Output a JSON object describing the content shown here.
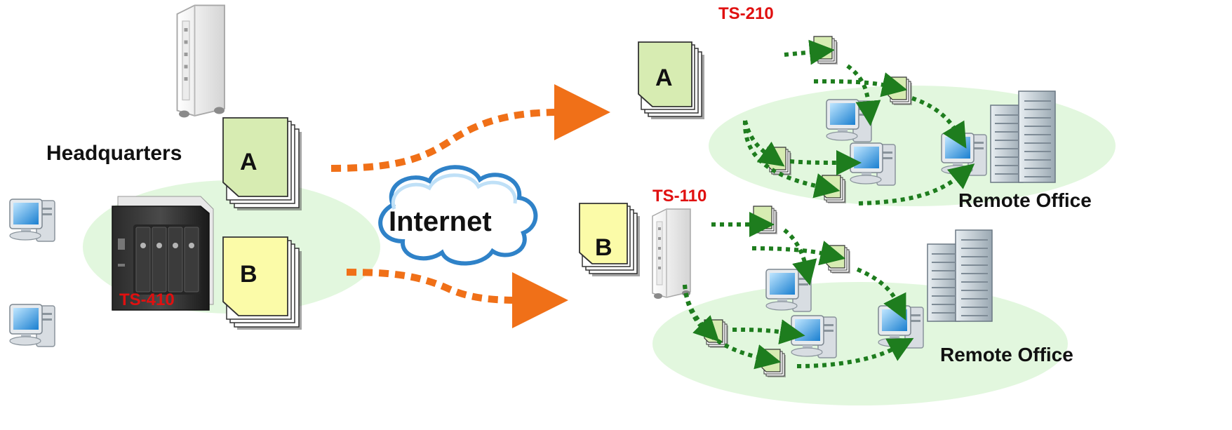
{
  "headquarters": {
    "title": "Headquarters",
    "nas_model": "TS-410",
    "doc_a": "A",
    "doc_b": "B"
  },
  "network": {
    "label": "Internet"
  },
  "remote_office_1": {
    "title": "Remote Office",
    "nas_model": "TS-210",
    "doc": "A"
  },
  "remote_office_2": {
    "title": "Remote Office",
    "nas_model": "TS-110",
    "doc": "B"
  },
  "colors": {
    "orange_arrow": "#f07018",
    "green_arrow": "#1e7d1e",
    "ellipse_fill": "#e2f7de",
    "doc_green": "#d7ecb2",
    "doc_yellow": "#fbfba8",
    "label_red": "#e01010"
  }
}
